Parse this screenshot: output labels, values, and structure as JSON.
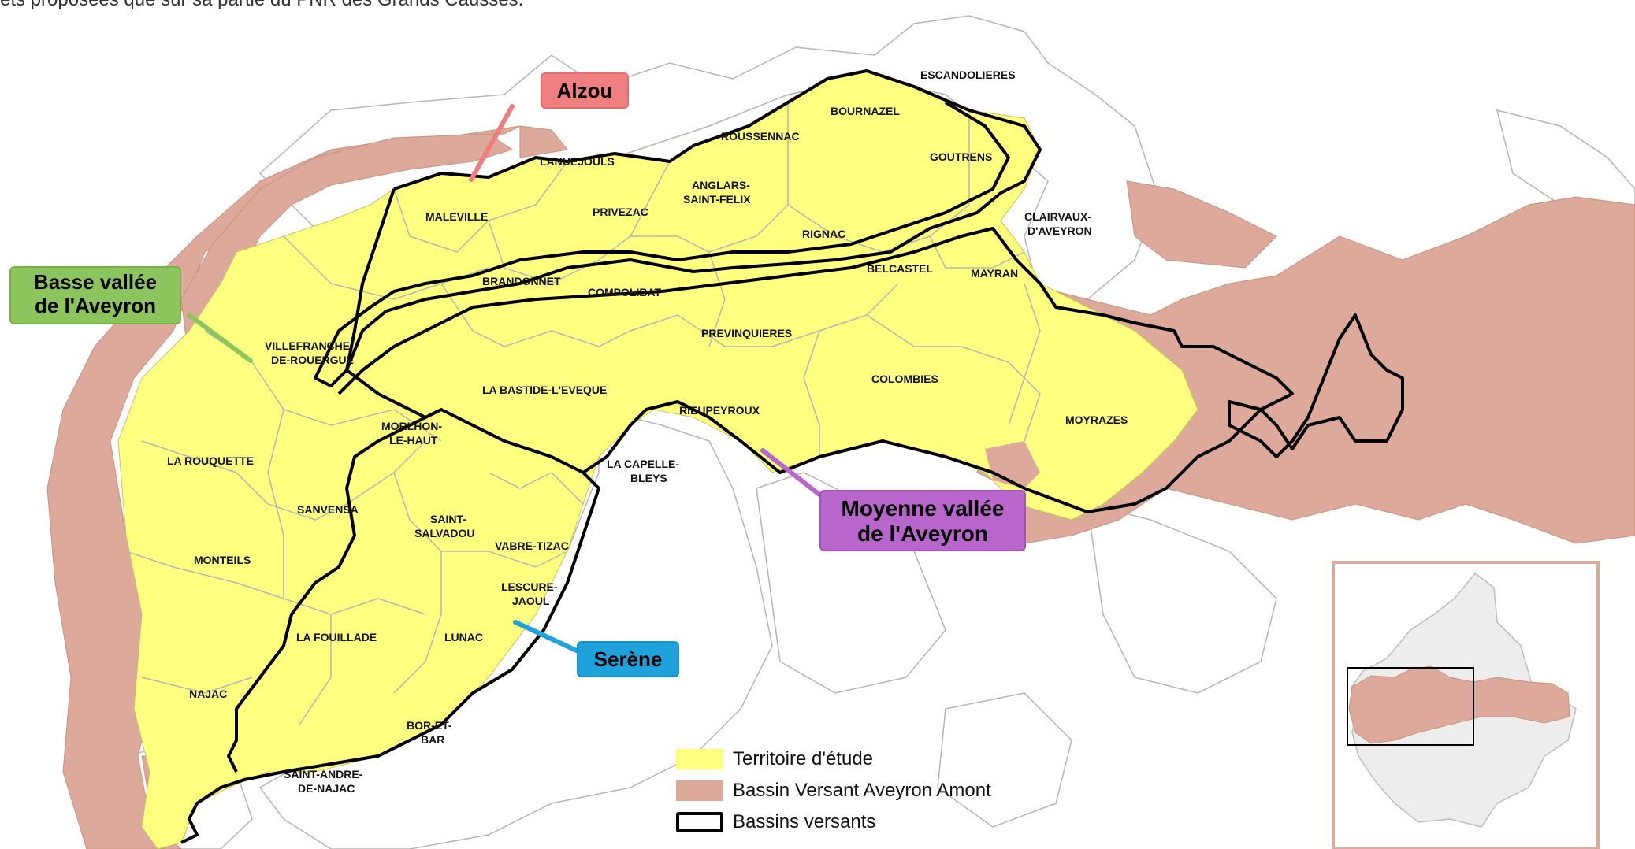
{
  "caption": "ets proposées que sur sa partie du PNR des Grands Causses.",
  "colors": {
    "study_area": "#ffff80",
    "upstream_basin": "#dda99a",
    "basin_border": "#000000",
    "commune_border": "#b5b5b5"
  },
  "callouts": {
    "alzou": "Alzou",
    "basse": "Basse vallée\nde l'Aveyron",
    "moyenne": "Moyenne vallée\nde l'Aveyron",
    "serene": "Serène"
  },
  "communes": {
    "escandolieres": "ESCANDOLIERES",
    "bournazel": "BOURNAZEL",
    "roussennac": "ROUSSENNAC",
    "goutrens": "GOUTRENS",
    "lanuejouls": "LANUEJOULS",
    "anglars1": "ANGLARS-",
    "anglars2": "SAINT-FELIX",
    "maleville": "MALEVILLE",
    "privezac": "PRIVEZAC",
    "rignac": "RIGNAC",
    "clairvaux1": "CLAIRVAUX-",
    "clairvaux2": "D'AVEYRON",
    "belcastel": "BELCASTEL",
    "mayran": "MAYRAN",
    "brandonnet": "BRANDONNET",
    "compolibat": "COMPOLIBAT",
    "villefranche1": "VILLEFRANCHE-",
    "villefranche2": "DE-ROUERGUE",
    "previnquieres": "PREVINQUIERES",
    "labastide": "LA BASTIDE-L'EVEQUE",
    "colombies": "COLOMBIES",
    "rieupeyroux": "RIEUPEYROUX",
    "moyrazes": "MOYRAZES",
    "morlhon1": "MORLHON-",
    "morlhon2": "LE-HAUT",
    "larouquette": "LA ROUQUETTE",
    "lacapelle1": "LA CAPELLE-",
    "lacapelle2": "BLEYS",
    "sanvensa": "SANVENSA",
    "saintsalvadou1": "SAINT-",
    "saintsalvadou2": "SALVADOU",
    "vabretizac": "VABRE-TIZAC",
    "monteils": "MONTEILS",
    "lescure1": "LESCURE-",
    "lescure2": "JAOUL",
    "lafouillade": "LA FOUILLADE",
    "lunac": "LUNAC",
    "najac": "NAJAC",
    "boretbar1": "BOR-ET-",
    "boretbar2": "BAR",
    "saintandre1": "SAINT-ANDRE-",
    "saintandre2": "DE-NAJAC"
  },
  "legend": {
    "study_area": "Territoire d'étude",
    "upstream_basin": "Bassin Versant Aveyron Amont",
    "basins": "Bassins versants"
  }
}
